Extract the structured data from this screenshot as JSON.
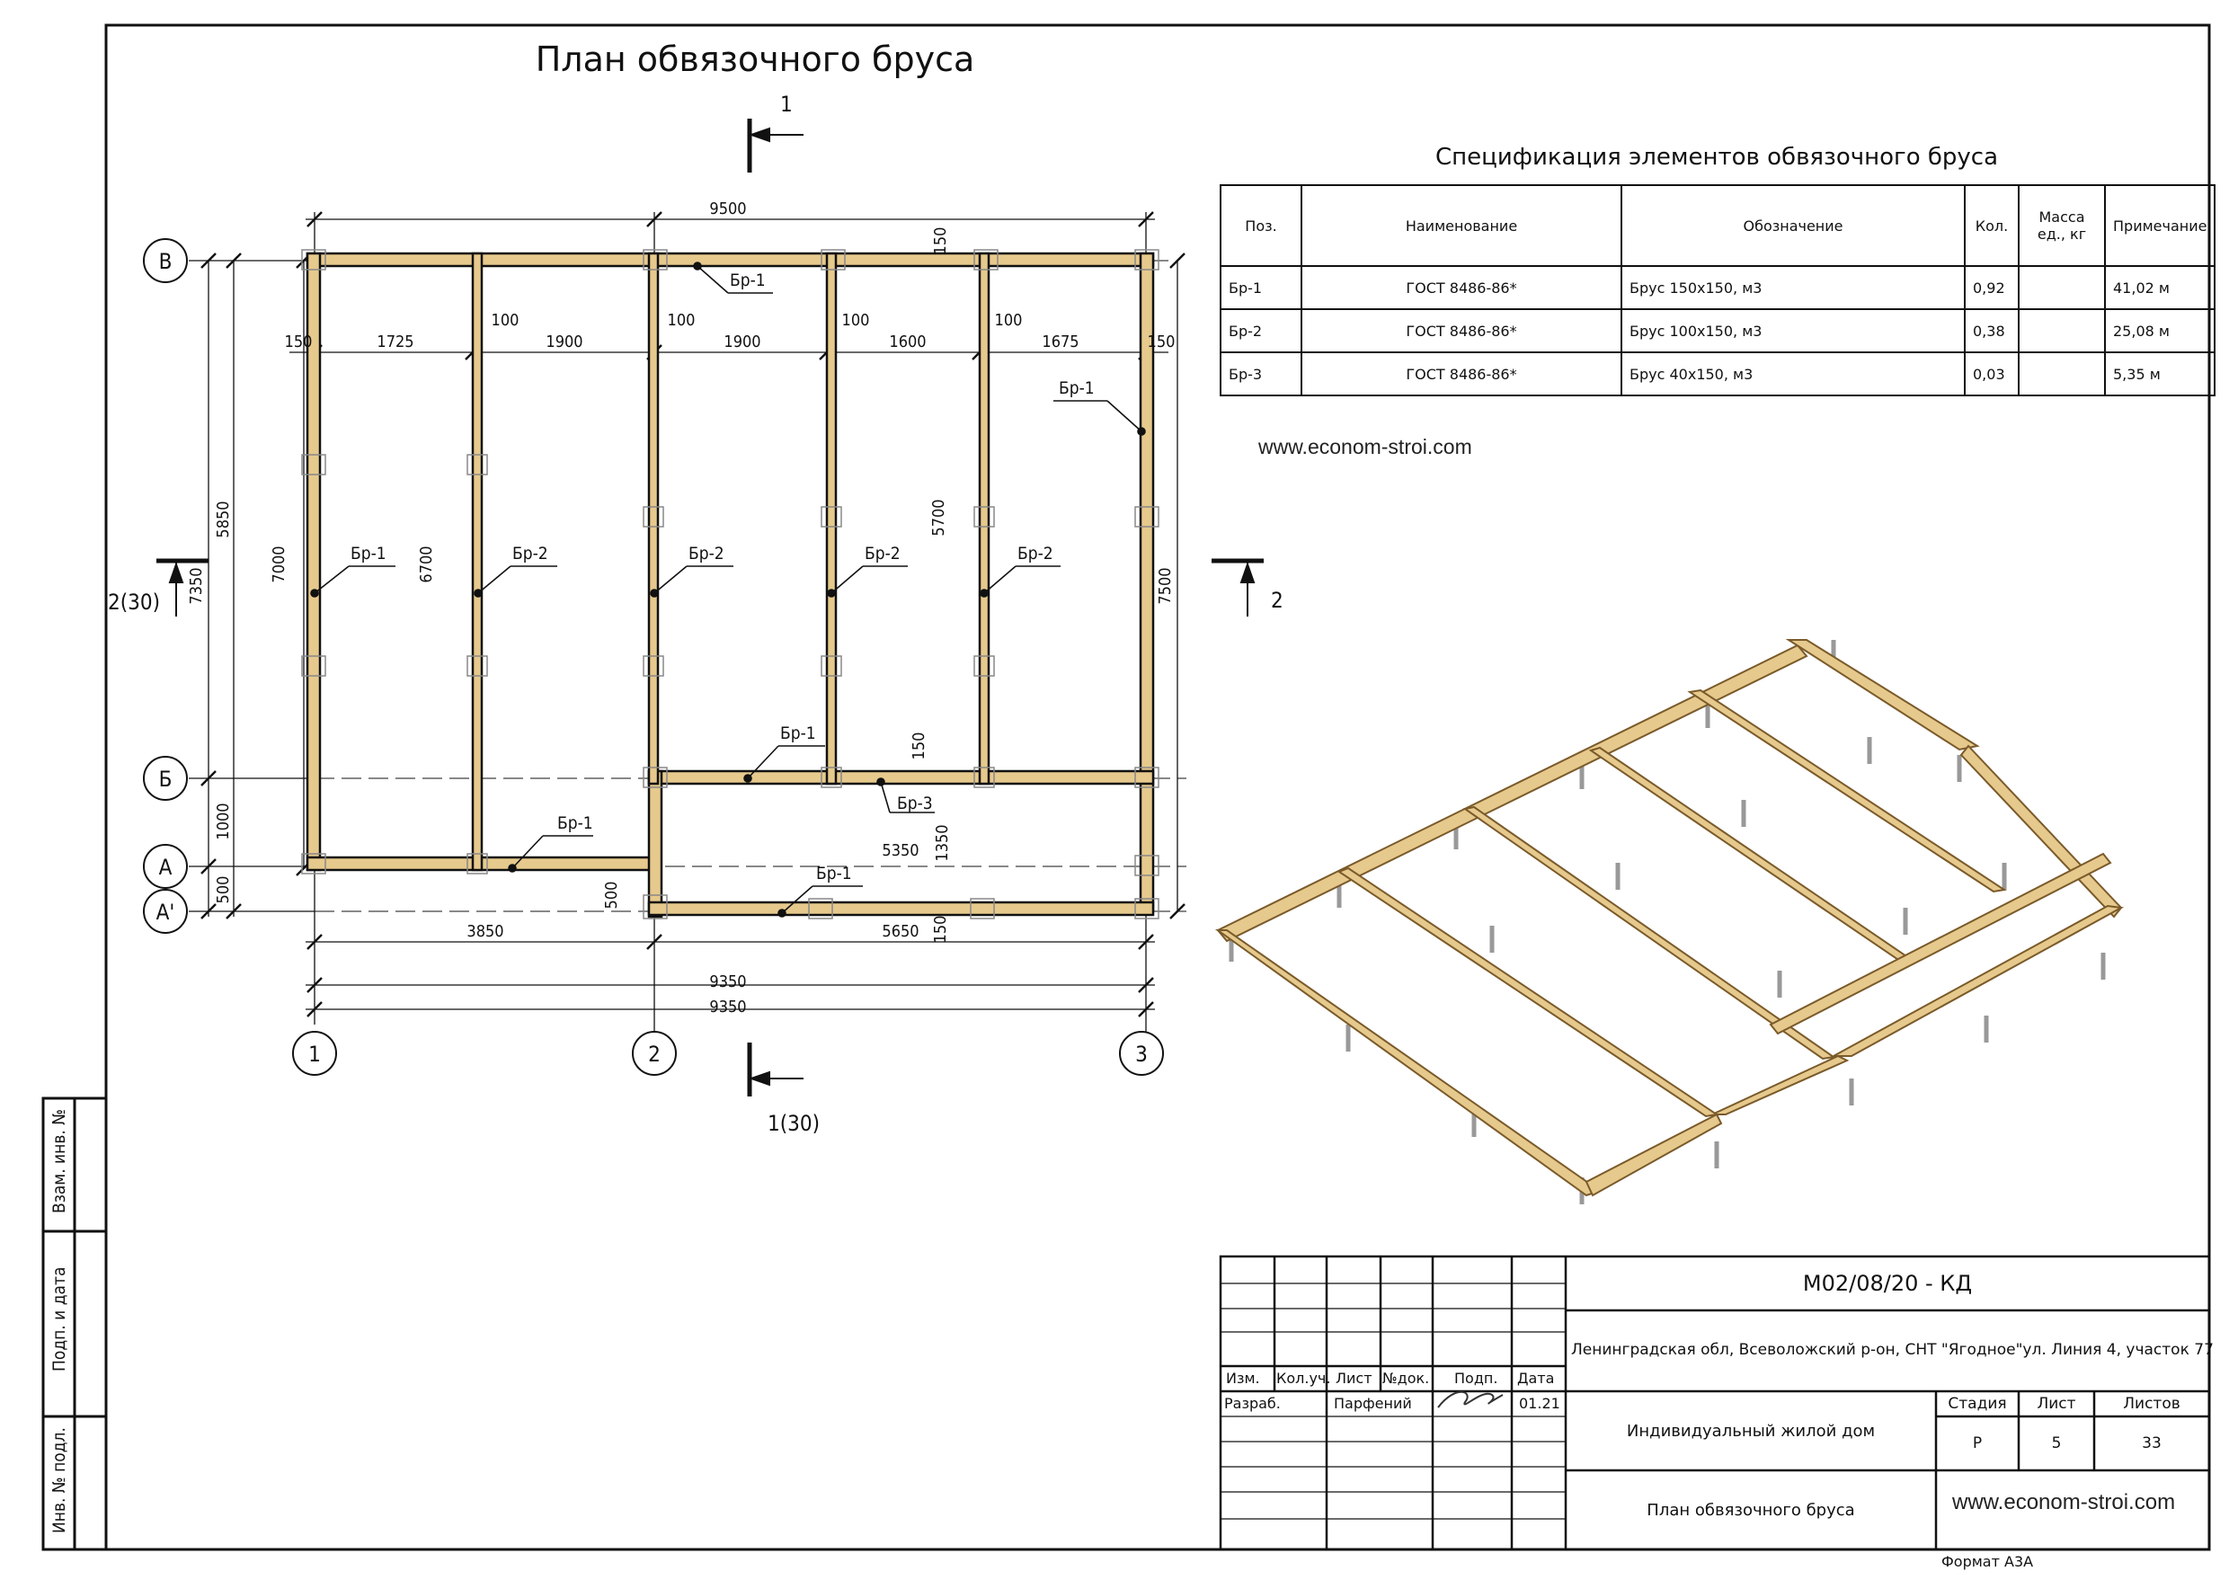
{
  "drawing": {
    "title": "План обвязочного бруса",
    "section_marks": {
      "top": "1",
      "bottom": "1(30)",
      "left": "2(30)",
      "right": "2"
    },
    "axis_labels": {
      "rows": [
        "В",
        "Б",
        "А",
        "А'"
      ],
      "cols": [
        "1",
        "2",
        "3"
      ]
    },
    "dimensions": {
      "top_total": "9500",
      "top_spans": [
        "150",
        "1725",
        "100",
        "1900",
        "100",
        "1900",
        "100",
        "1600",
        "100",
        "1675",
        "150"
      ],
      "bottom_spans": [
        "3850",
        "5650"
      ],
      "bottom_totals": [
        "9350",
        "9350"
      ],
      "left_outer": [
        "5850",
        "1000",
        "500"
      ],
      "left_mid": "7350",
      "left_inner": "7000",
      "inner": [
        "6700",
        "5700",
        "5350",
        "1350",
        "500",
        "150",
        "150"
      ],
      "right_outer": "7500"
    },
    "beam_labels": [
      "Бр-1",
      "Бр-2",
      "Бр-3"
    ]
  },
  "spec": {
    "title": "Спецификация элементов обвязочного бруса",
    "headers": [
      "Поз.",
      "Наименование",
      "Обозначение",
      "Кол.",
      "Масса ед., кг",
      "Примечание"
    ],
    "rows": [
      [
        "Бр-1",
        "ГОСТ 8486-86*",
        "Брус 150х150, м3",
        "0,92",
        "",
        "41,02 м"
      ],
      [
        "Бр-2",
        "ГОСТ 8486-86*",
        "Брус 100х150, м3",
        "0,38",
        "",
        "25,08 м"
      ],
      [
        "Бр-3",
        "ГОСТ 8486-86*",
        "Брус 40х150, м3",
        "0,03",
        "",
        "5,35 м"
      ]
    ]
  },
  "website": "www.econom-stroi.com",
  "side_stamp": [
    "Взам. инв. №",
    "Подп. и дата",
    "Инв. № подл."
  ],
  "title_block": {
    "code": "М02/08/20 - КД",
    "address": "Ленинградская обл, Всеволожский р-он, СНТ \"Ягодное\"ул. Линия 4, участок 77",
    "cols": [
      "Изм.",
      "Кол.уч.",
      "Лист",
      "№док.",
      "Подп.",
      "Дата"
    ],
    "role": "Разраб.",
    "name": "Парфений",
    "date": "01.21",
    "object": "Индивидуальный жилой дом",
    "sheet_name": "План обвязочного бруса",
    "stage_headers": [
      "Стадия",
      "Лист",
      "Листов"
    ],
    "stage_values": [
      "Р",
      "5",
      "33"
    ],
    "format": "Формат А3А"
  },
  "colors": {
    "wood": "#E6C98C",
    "wood_dark": "#C9A46A",
    "line": "#111111"
  }
}
